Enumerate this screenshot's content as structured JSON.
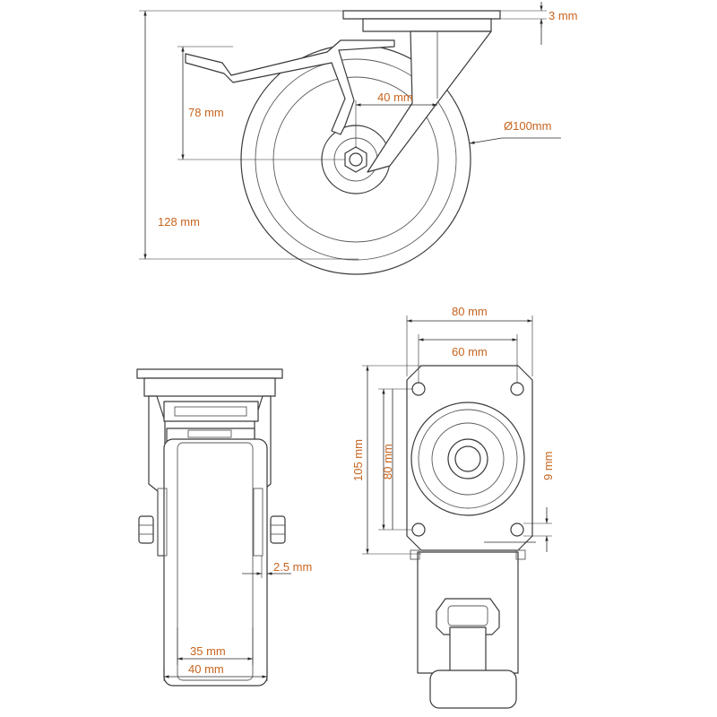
{
  "colors": {
    "label": "#c8641e",
    "line": "#3a3a3a",
    "background": "#ffffff"
  },
  "side_view": {
    "plate_thickness": "3 mm",
    "axle_height": "78 mm",
    "offset": "40 mm",
    "wheel_diameter": "Ø100mm",
    "total_height": "128 mm"
  },
  "front_view": {
    "gap": "2.5 mm",
    "tread_width": "35 mm",
    "wheel_width": "40 mm"
  },
  "top_view": {
    "plate_width": "80 mm",
    "hole_spacing_x": "60 mm",
    "plate_length": "105 mm",
    "hole_spacing_y": "80 mm",
    "hole_diameter": "9 mm"
  }
}
